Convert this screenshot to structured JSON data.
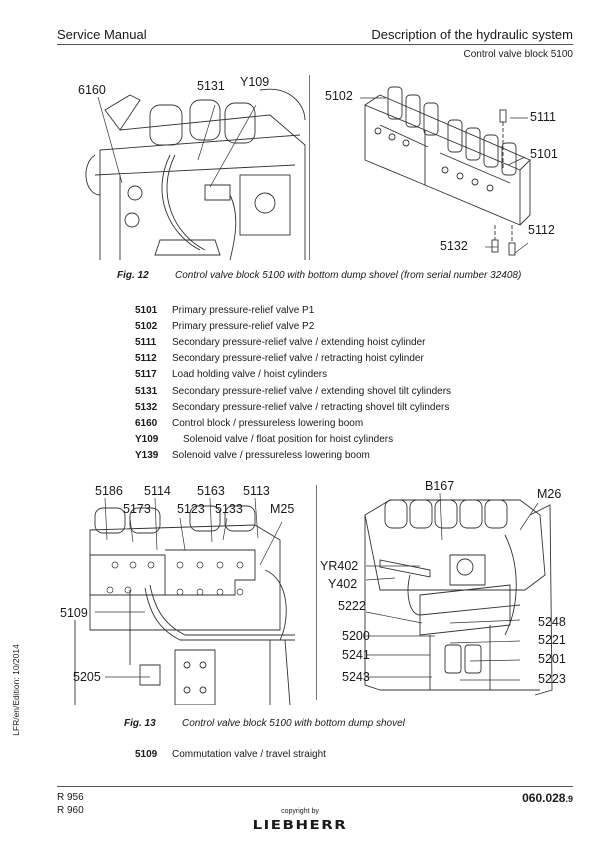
{
  "header": {
    "left": "Service Manual",
    "right": "Description of the hydraulic system",
    "subtitle": "Control valve block 5100"
  },
  "figure12": {
    "left_labels": [
      "6160",
      "5131",
      "Y109"
    ],
    "right_labels": [
      "5102",
      "5111",
      "5101",
      "5132",
      "5112"
    ],
    "caption_number": "Fig. 12",
    "caption_text": "Control valve block 5100 with bottom dump shovel (from serial number 32408)"
  },
  "legend12": [
    {
      "code": "5101",
      "desc": "Primary pressure-relief valve P1"
    },
    {
      "code": "5102",
      "desc": "Primary pressure-relief valve P2"
    },
    {
      "code": "5111",
      "desc": "Secondary pressure-relief valve / extending hoist cylinder"
    },
    {
      "code": "5112",
      "desc": "Secondary pressure-relief valve / retracting hoist cylinder"
    },
    {
      "code": "5117",
      "desc": "Load holding valve / hoist cylinders"
    },
    {
      "code": "5131",
      "desc": "Secondary pressure-relief valve / extending shovel tilt cylinders"
    },
    {
      "code": "5132",
      "desc": "Secondary pressure-relief valve / retracting shovel tilt cylinders"
    },
    {
      "code": "6160",
      "desc": "Control block / pressureless lowering boom"
    },
    {
      "code": "Y109",
      "desc": "Solenoid valve / float position for hoist cylinders"
    },
    {
      "code": "Y139",
      "desc": "Solenoid valve / pressureless lowering boom"
    }
  ],
  "figure13": {
    "left_labels": [
      "5186",
      "5114",
      "5163",
      "5113",
      "5173",
      "5123",
      "5133",
      "M25",
      "5109",
      "5205"
    ],
    "right_labels": [
      "B167",
      "M26",
      "YR402",
      "Y402",
      "5222",
      "5248",
      "5200",
      "5221",
      "5241",
      "5201",
      "5243",
      "5223"
    ],
    "caption_number": "Fig. 13",
    "caption_text": "Control valve block 5100 with bottom dump shovel"
  },
  "legend13": [
    {
      "code": "5109",
      "desc": "Commutation valve / travel straight"
    }
  ],
  "sidebar_text": "LFR/en/Edition: 10/2014",
  "footer": {
    "models": [
      "R 956",
      "R 960"
    ],
    "doc_number": "060.028",
    "doc_suffix": ".9",
    "copyright": "copyright by",
    "brand": "LIEBHERR"
  }
}
